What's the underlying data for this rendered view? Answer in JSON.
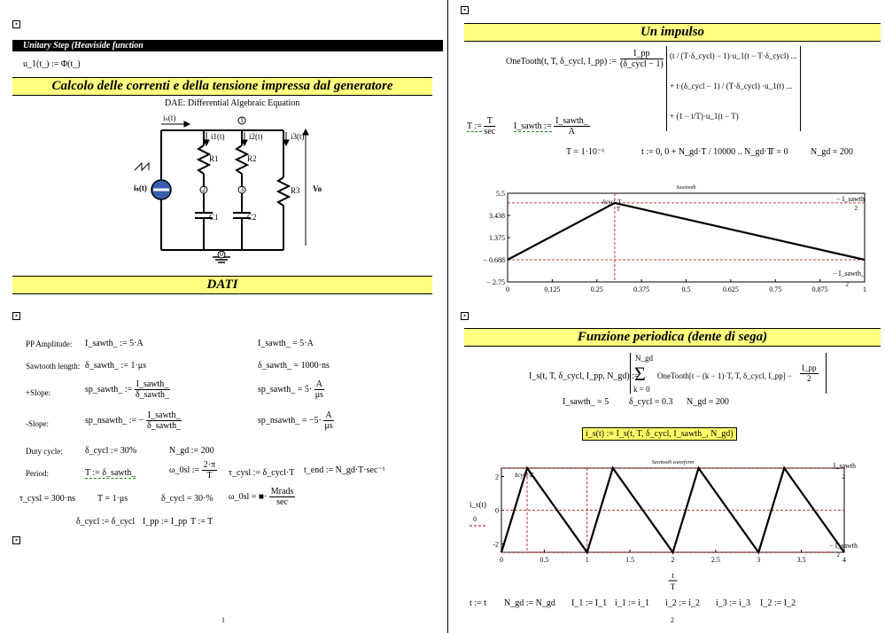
{
  "page1": {
    "heaviside_bar": "Unitary Step (Heaviside function",
    "heaviside_def": "u_1(t_) := Φ(t_)",
    "section1_title": "Calcolo delle correnti e della tensione impressa dal generatore",
    "dae_label": "DAE: Differential Algebraic Equation",
    "circuit": {
      "is_top": "iₛ(t)",
      "is_src": "iₛ(t)",
      "i1": "i1(t)",
      "i2": "i2(t)",
      "i3": "i3(t)",
      "R1": "R1",
      "R2": "R2",
      "R3": "R3",
      "C1": "C1",
      "C2": "C2",
      "Vo": "Vo",
      "n1": "1",
      "n2": "2",
      "n3": "3",
      "n0": "0"
    },
    "section2_title": "DATI",
    "rows": {
      "pp_label": "PP Amplitude:",
      "pp_left": "I_sawth_ := 5·A",
      "pp_right": "I_sawth_ = 5·A",
      "len_label": "Sawtooth length:",
      "len_left": "δ_sawth_ := 1·μs",
      "len_right": "δ_sawth_ = 1000·ns",
      "pslope_label": "+Slope:",
      "pslope_left_lhs": "sp_sawth_ :=",
      "pslope_left_num": "I_sawth_",
      "pslope_left_den": "δ_sawth_",
      "pslope_right_lhs": "sp_sawth_ = 5·",
      "pslope_right_num": "A",
      "pslope_right_den": "μs",
      "nslope_label": "-Slope:",
      "nslope_left_lhs": "sp_nsawth_ := −",
      "nslope_left_num": "I_sawth_",
      "nslope_left_den": "δ_sawth_",
      "nslope_right_lhs": "sp_nsawth_ = −5·",
      "nslope_right_num": "A",
      "nslope_right_den": "μs",
      "duty_label": "Duty cycle:",
      "duty_left": "δ_cycl := 30%",
      "duty_right": "N_gd := 200",
      "period_label": "Period:",
      "period_1": "T := δ_sawth_",
      "period_2_lhs": "ω_0sl :=",
      "period_2_num": "2·π",
      "period_2_den": "T",
      "period_3": "τ_cysl := δ_cycl·T",
      "period_4": "t_end := N_gd·T·sec⁻¹",
      "res_1": "τ_cysl = 300·ns",
      "res_2": "T = 1·μs",
      "res_3": "δ_cycl = 30·%",
      "res_4_lhs": "ω_0sl = ■·",
      "res_4_num": "Mrads",
      "res_4_den": "sec",
      "final_1": "δ_cycl := δ_cycl",
      "final_2": "I_pp := I_pp",
      "final_3": "T := T"
    },
    "page_number": "1"
  },
  "page2": {
    "section1_title": "Un impulso",
    "onetooth_lhs": "OneTooth(t, T, δ_cycl, I_pp) :=",
    "onetooth_frac_num": "I_pp",
    "onetooth_frac_den": "(δ_cycl − 1)",
    "onetooth_term1": "(t / (T·δ_cycl) − 1)·u_1(t − T·δ_cycl) ...",
    "onetooth_term2": "+ t·(δ_cycl − 1) / (T·δ_cycl) ·u_1(t) ...",
    "onetooth_term3": "+ (1 − t/T)·u_1(t − T)",
    "t_def_lhs": "T :=",
    "t_def_num": "T",
    "t_def_den": "sec",
    "isaw_def_lhs": "I_sawth :=",
    "isaw_def_num": "I_sawth_",
    "isaw_def_den": "A",
    "t_value": "T = 1·10⁻⁶",
    "range_def": "t := 0, 0 + N_gd·T / 10000 .. N_gd·T",
    "t_zero": "T = 0",
    "ngd_value": "N_gd = 200",
    "section2_title": "Funzione periodica (dente di sega)",
    "is_def_lhs": "I_s(t, T, δ_cycl, I_pp, N_gd) :=",
    "is_sum_top": "N_gd",
    "is_sum_bottom": "k = 0",
    "is_def_body": "OneTooth[t − (k − 1)·T, T, δ_cycl, I_pp] −",
    "is_def_frac_num": "I_pp",
    "is_def_frac_den": "2",
    "vals_1": "I_sawth_ = 5",
    "vals_2": "δ_cycl = 0.3",
    "vals_3": "N_gd = 200",
    "highlight": "i_s(t) := I_s(t, T, δ_cycl, I_sawth_, N_gd)",
    "bottom_1": "t := t",
    "bottom_2": "N_gd := N_gd",
    "bottom_3": "I_1 := I_1",
    "bottom_4": "i_1 := i_1",
    "bottom_5": "i_2 := i_2",
    "bottom_6": "i_3 := i_3",
    "bottom_7": "I_2 := I_2",
    "page_number": "2"
  },
  "chart_data": [
    {
      "type": "line",
      "title": "Sawtooth",
      "x": [
        0,
        0.3,
        1
      ],
      "y": [
        -0.688,
        4.6,
        -0.688
      ],
      "xlim": [
        0,
        1
      ],
      "ylim": [
        -2.75,
        5.5
      ],
      "xticks": [
        "0",
        "0.125",
        "0.25",
        "0.375",
        "0.5",
        "0.625",
        "0.75",
        "0.875",
        "1"
      ],
      "yticks": [
        "5.5",
        "3.438",
        "1.375",
        "− 0.688",
        "− 2.75"
      ],
      "annotations": [
        "δcycl·T",
        "T",
        "− I_sawth",
        "2",
        "− I_sawth_",
        "2"
      ],
      "grid": false
    },
    {
      "type": "line",
      "title": "Sawtooth waveform",
      "x": [
        0,
        0.3,
        1,
        1.3,
        2,
        2.3,
        3,
        3.3,
        4
      ],
      "y": [
        -2.5,
        2.5,
        -2.5,
        2.5,
        -2.5,
        2.5,
        -2.5,
        2.5,
        -2.5
      ],
      "xlim": [
        0,
        4
      ],
      "ylim": [
        -2.5,
        2.5
      ],
      "xticks": [
        "0",
        "0.5",
        "1",
        "1.5",
        "2",
        "2.5",
        "3",
        "3.5",
        "4"
      ],
      "yticks": [
        "2",
        "0",
        "-2"
      ],
      "ylabel": "i_s(t)",
      "ylabel2": "0",
      "xlabel_num": "t",
      "xlabel_den": "T",
      "annotations": [
        "δcycl·T",
        "T",
        "I_sawth",
        "2",
        "− I_sawth",
        "2"
      ],
      "grid": false
    }
  ]
}
